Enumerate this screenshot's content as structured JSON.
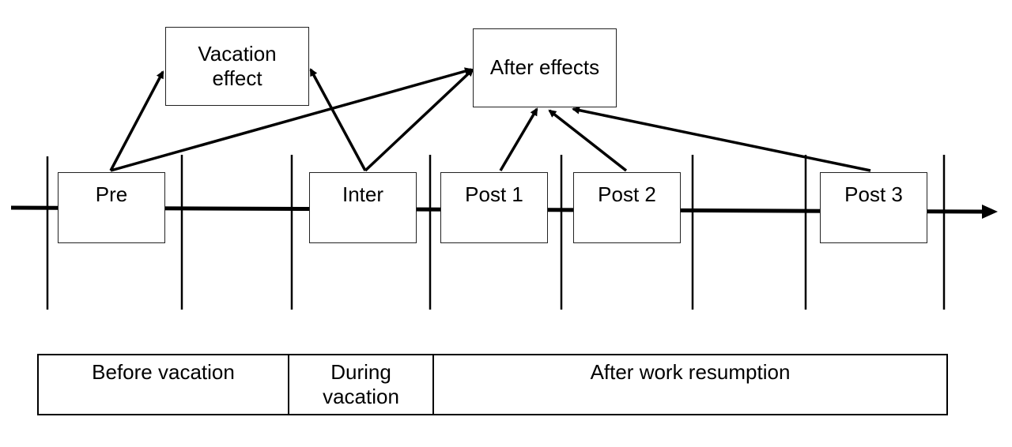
{
  "measurements": {
    "pre": "Pre",
    "inter": "Inter",
    "post1": "Post 1",
    "post2": "Post 2",
    "post3": "Post 3"
  },
  "effects": {
    "vacation_effect": "Vacation effect",
    "after_effects": "After effects"
  },
  "phases": {
    "before": "Before vacation",
    "during": "During vacation",
    "after": "After work resumption"
  }
}
